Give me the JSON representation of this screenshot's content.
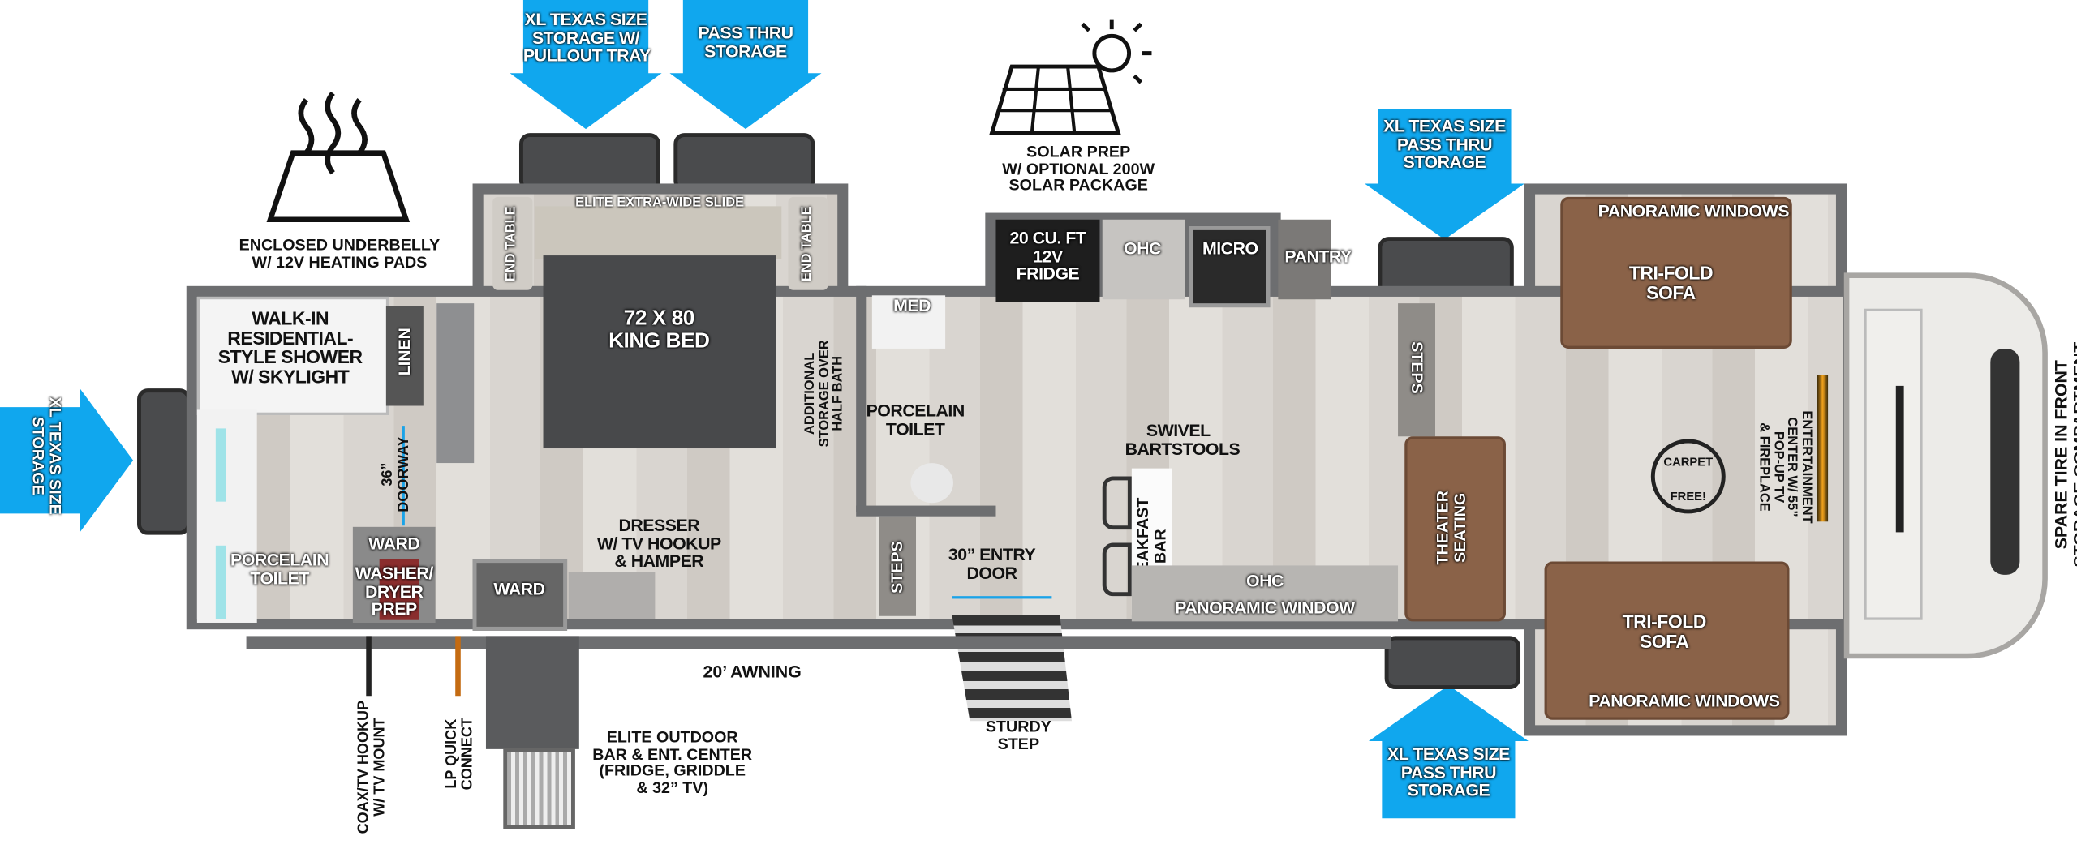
{
  "callouts": {
    "storage_top_left": [
      "XL TEXAS SIZE",
      "STORAGE W/",
      "PULLOUT TRAY"
    ],
    "storage_top_mid": [
      "PASS THRU",
      "STORAGE"
    ],
    "storage_top_right": [
      "XL TEXAS SIZE",
      "PASS THRU",
      "STORAGE"
    ],
    "storage_bottom_right": [
      "XL TEXAS SIZE",
      "PASS THRU",
      "STORAGE"
    ],
    "storage_rear": [
      "XL TEXAS SIZE",
      "STORAGE"
    ],
    "underbelly": [
      "ENCLOSED UNDERBELLY",
      "W/ 12V HEATING PADS"
    ],
    "solar": [
      "SOLAR PREP",
      "W/ OPTIONAL 200W",
      "SOLAR PACKAGE"
    ],
    "spare_tire": [
      "SPARE TIRE IN FRONT",
      "STORAGE COMPARTMENT"
    ],
    "coax": [
      "COAX/TV HOOKUP",
      "W/ TV MOUNT"
    ],
    "lp": [
      "LP QUICK",
      "CONNECT"
    ],
    "outdoor_kitchen": [
      "ELITE OUTDOOR",
      "BAR & ENT. CENTER",
      "(FRIDGE, GRIDDLE",
      "& 32” TV)"
    ],
    "awning": "20’ AWNING",
    "sturdy_step": [
      "STURDY",
      "STEP"
    ]
  },
  "rooms": {
    "slide": "ELITE EXTRA-WIDE SLIDE",
    "end_table": "END TABLE",
    "bed": [
      "72 X  80",
      "KING BED"
    ],
    "shower": [
      "WALK-IN",
      "RESIDENTIAL-",
      "STYLE SHOWER",
      "W/ SKYLIGHT"
    ],
    "linen": "LINEN",
    "doorway": [
      "36”",
      "DOORWAY"
    ],
    "toilet_rear": [
      "PORCELAIN",
      "TOILET"
    ],
    "ward": "WARD",
    "washer": [
      "WASHER/",
      "DRYER",
      "PREP"
    ],
    "dresser": [
      "DRESSER",
      "W/ TV HOOKUP",
      "& HAMPER"
    ],
    "storage_half_bath": [
      "ADDITIONAL",
      "STORAGE OVER",
      "HALF BATH"
    ],
    "med": "MED",
    "toilet_half": [
      "PORCELAIN",
      "TOILET"
    ],
    "steps": "STEPS",
    "entry_door": [
      "30” ENTRY",
      "DOOR"
    ],
    "fridge": [
      "20 CU. FT",
      "12V",
      "FRIDGE"
    ],
    "ohc": "OHC",
    "micro": "MICRO",
    "pantry": "PANTRY",
    "bartstools": [
      "SWIVEL",
      "BARTSTOOLS"
    ],
    "breakfast_bar": [
      "BREAKFAST",
      "BAR"
    ],
    "panoramic_window": "PANORAMIC WINDOW",
    "theater": [
      "THEATER",
      "SEATING"
    ],
    "panoramic_windows": "PANORAMIC WINDOWS",
    "sofa": [
      "TRI-FOLD",
      "SOFA"
    ],
    "carpet_free": [
      "CARPET",
      "FREE!"
    ],
    "entertainment": [
      "ENTERTAINMENT",
      "CENTER W/ 55”",
      "POP-UP TV",
      "& FIREPLACE"
    ]
  },
  "colors": {
    "accent": "#10a7ee",
    "wall": "#6d6e70",
    "sofa": "#8a6248"
  }
}
